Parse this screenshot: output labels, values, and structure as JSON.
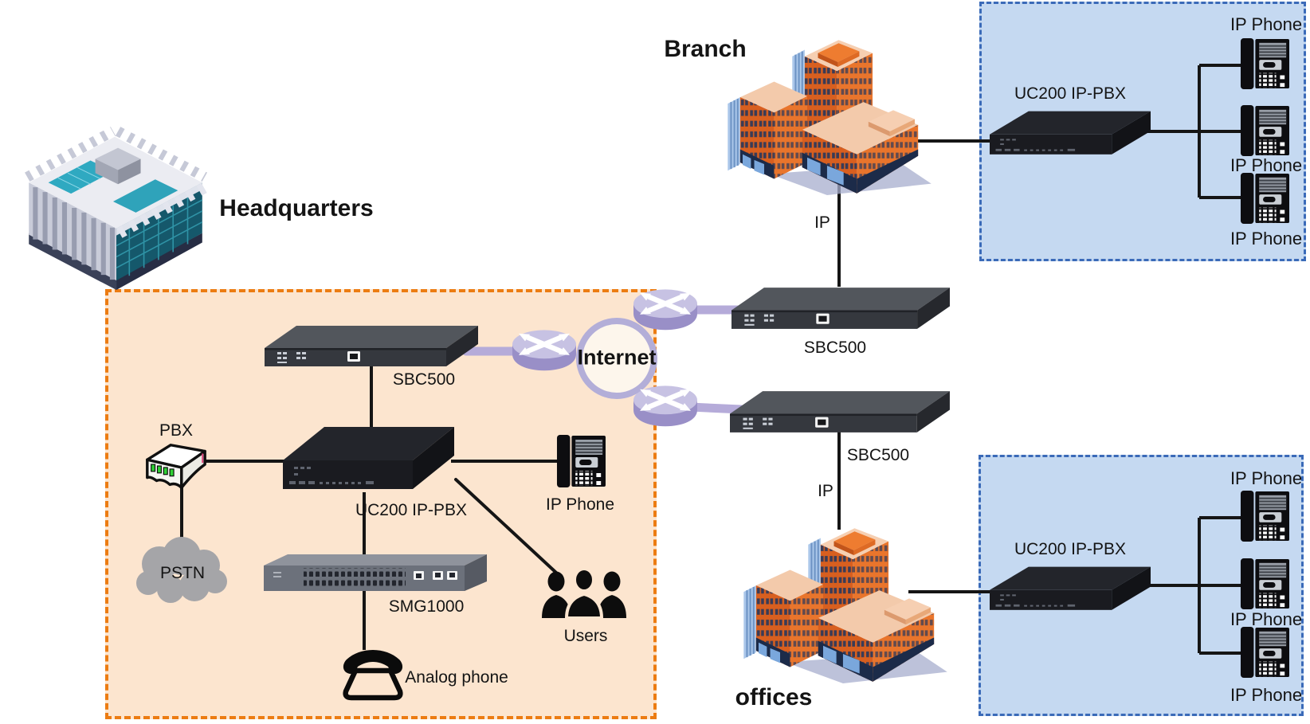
{
  "sites": {
    "headquarters": "Headquarters",
    "branch": "Branch",
    "offices": "offices"
  },
  "internet_label": "Internet",
  "headquarters_zone": {
    "sbc": "SBC500",
    "uc200": "UC200 IP-PBX",
    "smg": "SMG1000",
    "pbx": "PBX",
    "pstn": "PSTN",
    "ip_phone": "IP Phone",
    "users": "Users",
    "analog_phone": "Analog phone"
  },
  "branch_zone": {
    "sbc": "SBC500",
    "ip_link": "IP",
    "uc200": "UC200 IP-PBX",
    "phones": [
      "IP Phone",
      "IP Phone",
      "IP Phone"
    ]
  },
  "offices_zone": {
    "sbc": "SBC500",
    "ip_link": "IP",
    "uc200": "UC200 IP-PBX",
    "phones": [
      "IP Phone",
      "IP Phone",
      "IP Phone"
    ]
  },
  "colors": {
    "hq_zone_fill": "#FCE5CF",
    "hq_zone_border": "#EC7C12",
    "lan_zone_fill": "#C5D9F1",
    "lan_zone_border": "#3A6AB8",
    "router_body": "#998FC7",
    "router_top": "#C7C2E3",
    "link_purple": "#B5ABD9",
    "line_black": "#151515",
    "building_orange": "#D85F1F",
    "cloud_gray": "#A5A5A8"
  }
}
